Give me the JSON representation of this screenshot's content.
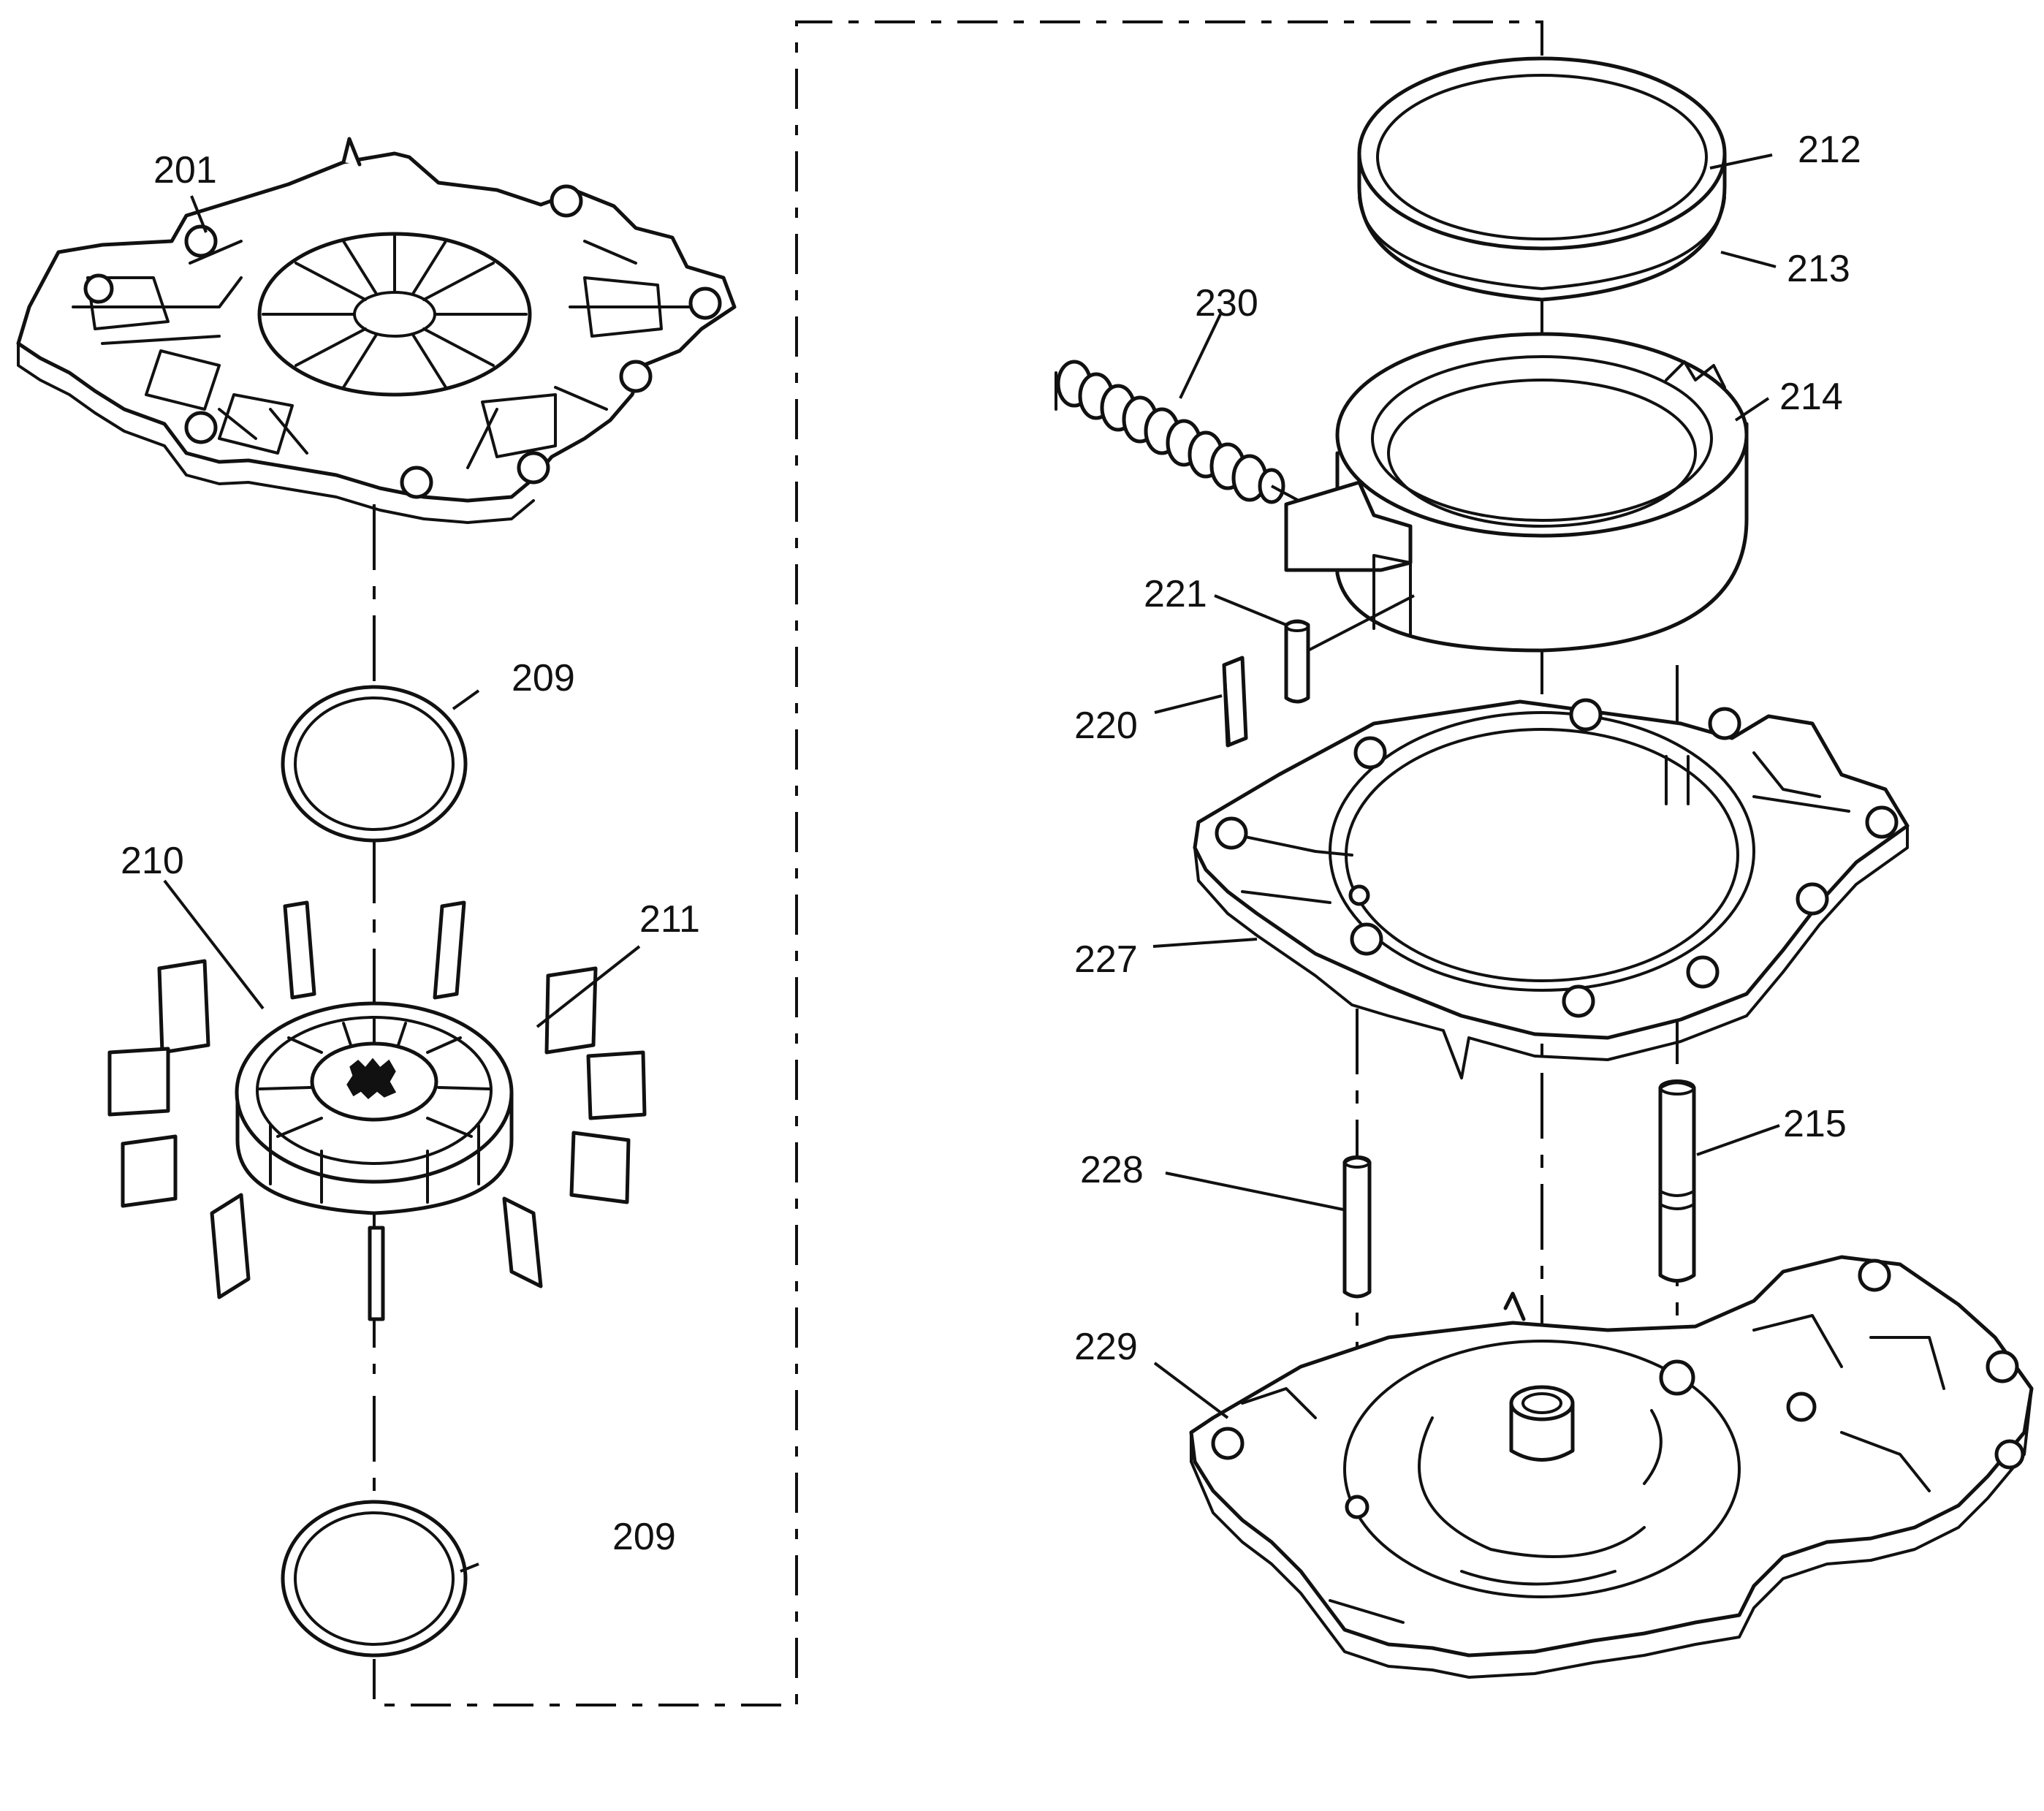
{
  "diagram": {
    "colors": {
      "ink": "#111111",
      "paper": "#ffffff"
    },
    "callouts": {
      "c201": "201",
      "c209a": "209",
      "c209b": "209",
      "c210": "210",
      "c211": "211",
      "c212": "212",
      "c213": "213",
      "c214": "214",
      "c215": "215",
      "c220": "220",
      "c221": "221",
      "c227": "227",
      "c228": "228",
      "c229": "229",
      "c230": "230"
    }
  }
}
